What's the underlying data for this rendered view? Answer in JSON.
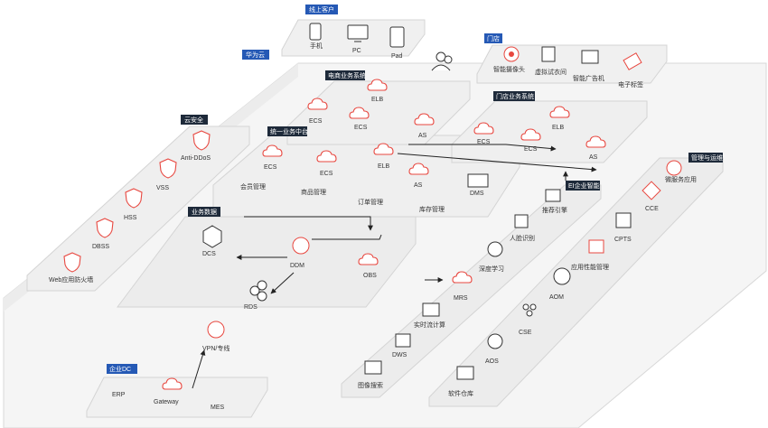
{
  "colors": {
    "accent_red": "#e8473f",
    "tag_blue": "#2559b5",
    "tag_dark": "#1e2a3a",
    "panel_fill": "#f3f3f3",
    "panel_edge": "#d4d4d4",
    "arrow": "#222222"
  },
  "regions": {
    "online_customers": "线上客户",
    "store": "门店",
    "huawei_cloud": "华为云",
    "ecommerce_system": "电商业务系统",
    "store_business_system": "门店业务系统",
    "cloud_security": "云安全",
    "unified_middle_platform": "统一业务中台",
    "business_data": "业务数据",
    "enterprise_intelligence": "EI企业智能",
    "management_ops": "管理与运维",
    "enterprise_dc": "企业DC"
  },
  "online_customers": {
    "items": [
      "手机",
      "PC",
      "Pad"
    ]
  },
  "store": {
    "items": [
      "智能摄像头",
      "虚拟试衣间",
      "智能广告机",
      "电子标签"
    ]
  },
  "ecommerce": {
    "elb": "ELB",
    "ecs1": "ECS",
    "ecs2": "ECS",
    "as": "AS"
  },
  "store_business": {
    "elb": "ELB",
    "ecs1": "ECS",
    "ecs2": "ECS",
    "as": "AS"
  },
  "security": {
    "items": [
      "Anti-DDoS",
      "VSS",
      "HSS",
      "DBSS",
      "Web应用防火墙"
    ]
  },
  "middle_platform": {
    "ecs1": "ECS",
    "ecs2": "ECS",
    "elb": "ELB",
    "as": "AS",
    "dms": "DMS",
    "tiles": [
      "会员管理",
      "商品管理",
      "订单管理",
      "库存管理"
    ]
  },
  "business_data": {
    "dcs": "DCS",
    "ddm": "DDM",
    "obs": "OBS",
    "rds": "RDS"
  },
  "ei": {
    "items": [
      "推荐引擎",
      "人脸识别",
      "深度学习",
      "MRS",
      "实时流计算",
      "DWS",
      "图像搜索"
    ]
  },
  "management": {
    "items": [
      "微服务应用",
      "CCE",
      "CPTS",
      "应用性能管理",
      "AOM",
      "CSE",
      "AOS",
      "软件仓库"
    ]
  },
  "vpn": "VPN/专线",
  "enterprise_dc": {
    "items": [
      "ERP",
      "Gateway",
      "MES"
    ]
  }
}
